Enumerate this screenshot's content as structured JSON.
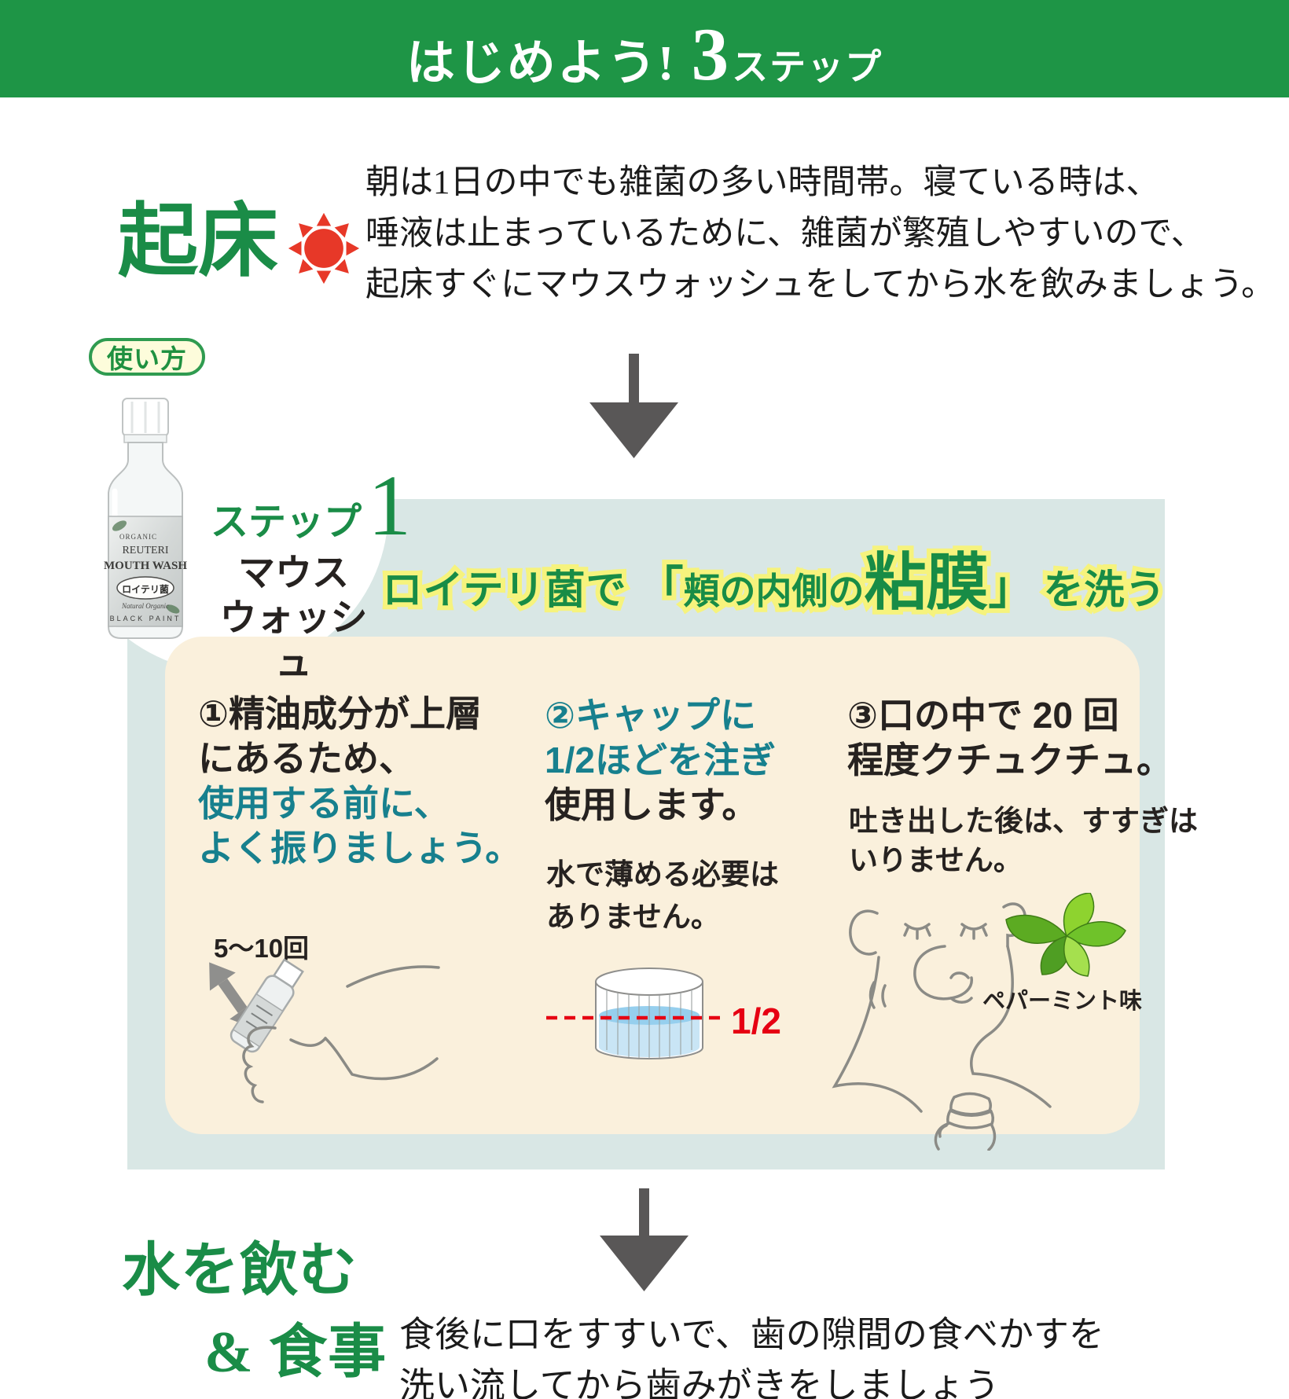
{
  "colors": {
    "header_green": "#1e9546",
    "text_green": "#1a8c47",
    "headline_green": "#188c46",
    "headline_outline_yellow": "#f6f37d",
    "teal_emphasis": "#17808e",
    "red_accent": "#e60012",
    "sun_red": "#e73828",
    "arrow_gray": "#595757",
    "blue_panel": "#d9e7e5",
    "cream_panel": "#faf0dc",
    "badge_bg": "#fdfcdb"
  },
  "header": {
    "part1": "はじめよう!",
    "part2": "3",
    "part3": "ステップ"
  },
  "wake": {
    "title": "起床",
    "line1": "朝は1日の中でも雑菌の多い時間帯。寝ている時は、",
    "line2": "唾液は止まっているために、雑菌が繁殖しやすいので、",
    "line3": "起床すぐにマウスウォッシュをしてから水を飲みましょう。"
  },
  "usage": {
    "badge": "使い方"
  },
  "product": {
    "label_organic": "ORGANIC",
    "label_brand": "REUTERI",
    "label_name": "MOUTH WASH",
    "label_oval": "ロイテリ菌",
    "label_natural": "Natural Organic",
    "label_maker": "BLACK PAINT"
  },
  "step1": {
    "label": "ステップ",
    "number": "1",
    "name_line1": "マウス",
    "name_line2": "ウォッシュ",
    "headline": {
      "seg1": "ロイテリ菌で",
      "seg2": "「",
      "seg3": "頬の内側の",
      "seg4": "粘膜",
      "seg5": "」",
      "seg6": "を洗う"
    }
  },
  "steps": {
    "one": {
      "num": "①",
      "black1": "精油成分が上層",
      "black2": "にあるため、",
      "teal1": "使用する前に、",
      "teal2": "よく振りましょう。",
      "shake_note": "5〜10回"
    },
    "two": {
      "num": "②",
      "teal1": "キャップに",
      "teal2": "1/2ほどを注ぎ",
      "black1": "使用します。",
      "note1": "水で薄める必要は",
      "note2": "ありません。",
      "half_label": "1/2"
    },
    "three": {
      "num": "③",
      "black1": "口の中で 20 回",
      "black2": "程度クチュクチュ。",
      "note1": "吐き出した後は、すすぎは",
      "note2": "いりません。",
      "flavor": "ペパーミント味"
    }
  },
  "footer": {
    "green1": "水を飲む",
    "green2": "& 食事",
    "line1": "食後に口をすすいで、歯の隙間の食べかすを",
    "line2": "洗い流してから歯みがきをしましょう"
  }
}
